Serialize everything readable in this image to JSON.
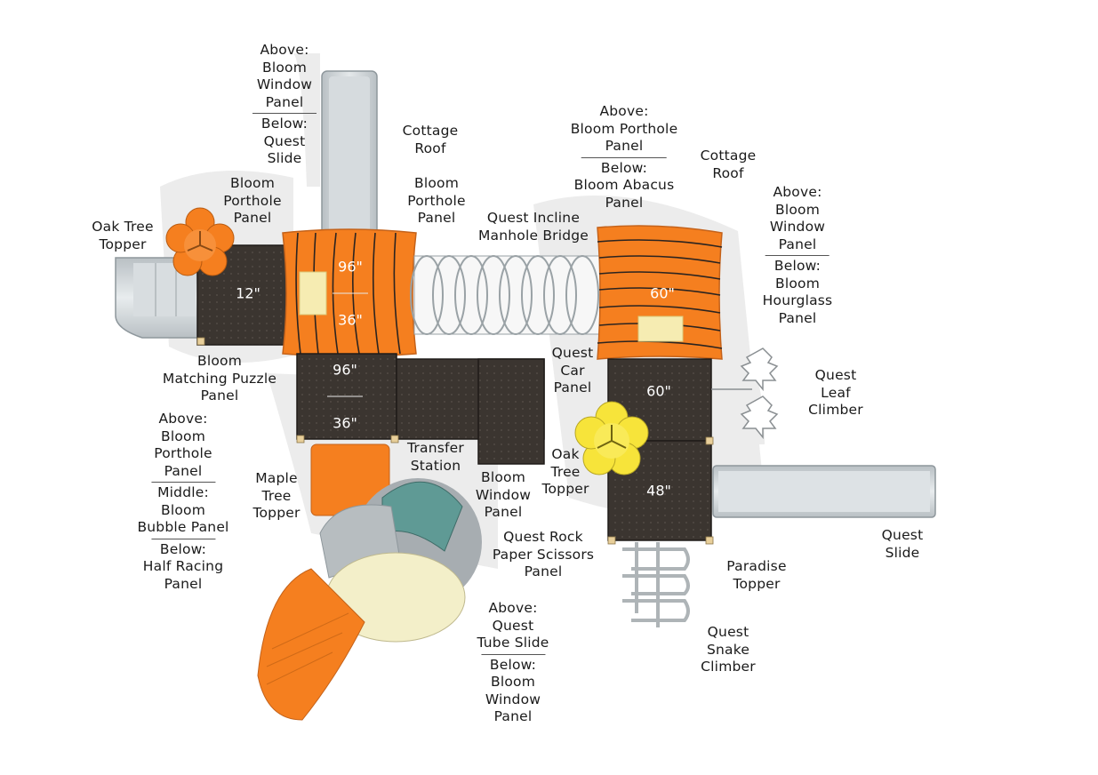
{
  "colors": {
    "orange": "#f57f1f",
    "dark_deck": "#3b3530",
    "grey_slide": "#c9cfd3",
    "teal": "#5f9a95",
    "cream": "#f3efc9",
    "yellow": "#f7e43a"
  },
  "labels": {
    "oak_tree_topper_left": "Oak Tree\nTopper",
    "bloom_porthole_left": "Bloom\nPorthole\nPanel",
    "above_bloom_window_top": "Above:\nBloom\nWindow\nPanel",
    "below_quest_slide_top": "Below:\nQuest\nSlide",
    "cottage_roof_left": "Cottage\nRoof",
    "bloom_porthole_mid": "Bloom\nPorthole\nPanel",
    "quest_incline_bridge": "Quest Incline\nManhole Bridge",
    "above_bloom_porthole_right": "Above:\nBloom Porthole\nPanel",
    "below_bloom_abacus": "Below:\nBloom Abacus\nPanel",
    "cottage_roof_right": "Cottage\nRoof",
    "above_bloom_window_right": "Above:\nBloom\nWindow\nPanel",
    "below_bloom_hourglass": "Below:\nBloom\nHourglass\nPanel",
    "bloom_matching_puzzle": "Bloom\nMatching Puzzle\nPanel",
    "quest_car_panel": "Quest\nCar\nPanel",
    "quest_leaf_climber": "Quest\nLeaf\nClimber",
    "above_bloom_porthole_left": "Above:\nBloom\nPorthole\nPanel",
    "middle_bloom_bubble": "Middle:\nBloom\nBubble Panel",
    "below_half_racing": "Below:\nHalf Racing\nPanel",
    "maple_tree_topper": "Maple\nTree\nTopper",
    "transfer_station": "Transfer\nStation",
    "bloom_window_center": "Bloom\nWindow\nPanel",
    "oak_tree_topper_center": "Oak\nTree\nTopper",
    "quest_slide_right": "Quest\nSlide",
    "quest_rock_paper": "Quest Rock\nPaper Scissors\nPanel",
    "paradise_topper": "Paradise\nTopper",
    "above_quest_tube_slide": "Above:\nQuest\nTube Slide",
    "below_bloom_window_bottom": "Below:\nBloom\nWindow\nPanel",
    "quest_snake_climber": "Quest\nSnake\nClimber"
  },
  "decks": {
    "deck_12": "12\"",
    "deck_96_36_top_a": "96\"",
    "deck_96_36_top_b": "36\"",
    "deck_96_36_bottom_a": "96\"",
    "deck_96_36_bottom_b": "36\"",
    "deck_60_roof": "60\"",
    "deck_60": "60\"",
    "deck_48": "48\""
  }
}
